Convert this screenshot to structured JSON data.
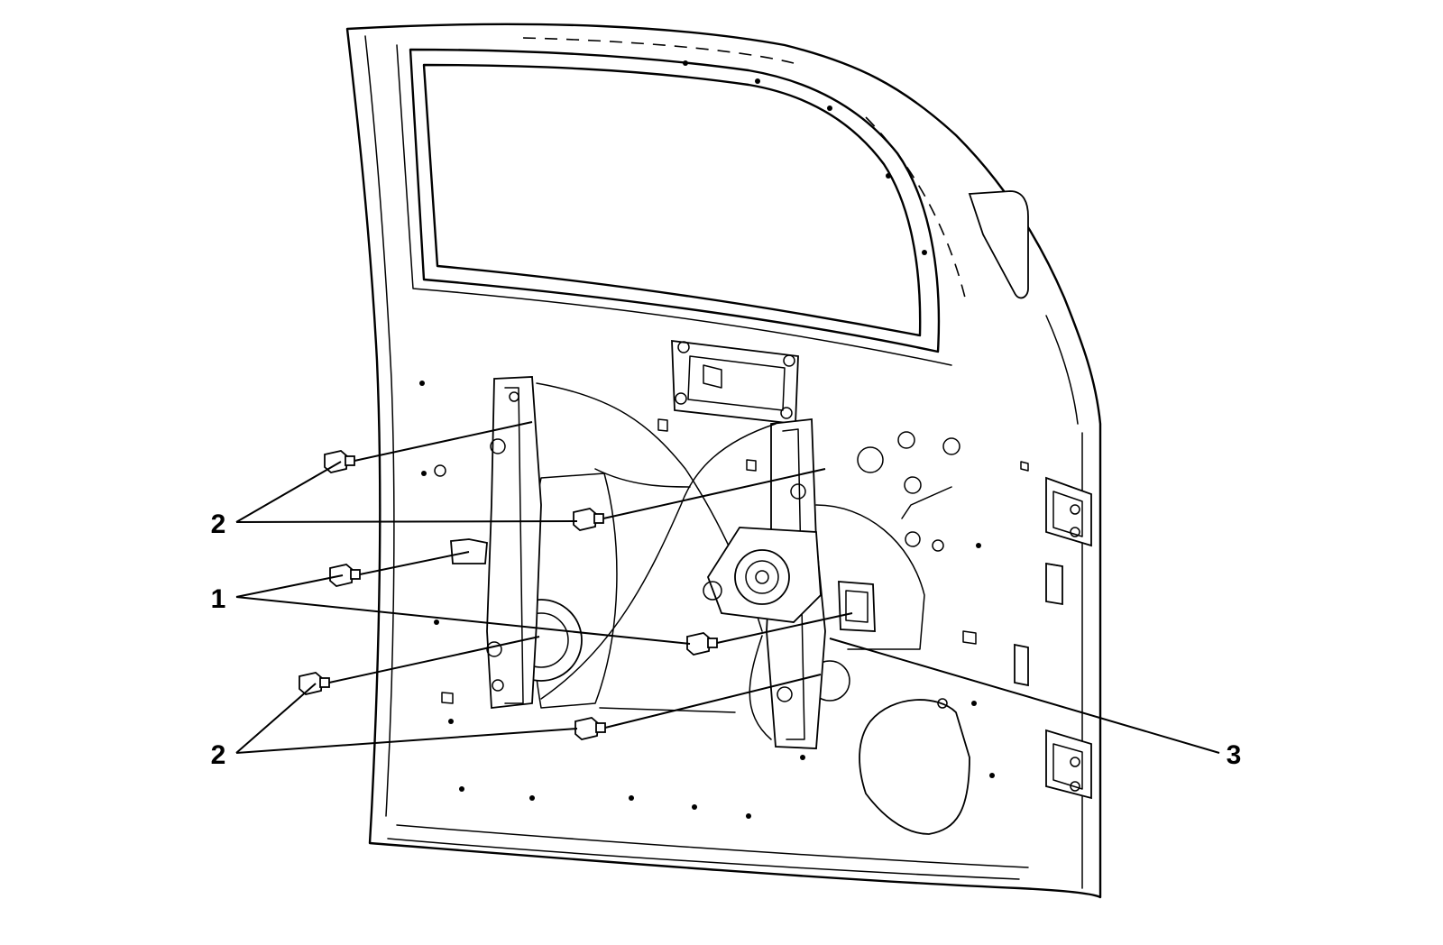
{
  "callouts": [
    {
      "id": "c2a",
      "label": "2"
    },
    {
      "id": "c1",
      "label": "1"
    },
    {
      "id": "c2b",
      "label": "2"
    },
    {
      "id": "c3",
      "label": "3"
    }
  ]
}
